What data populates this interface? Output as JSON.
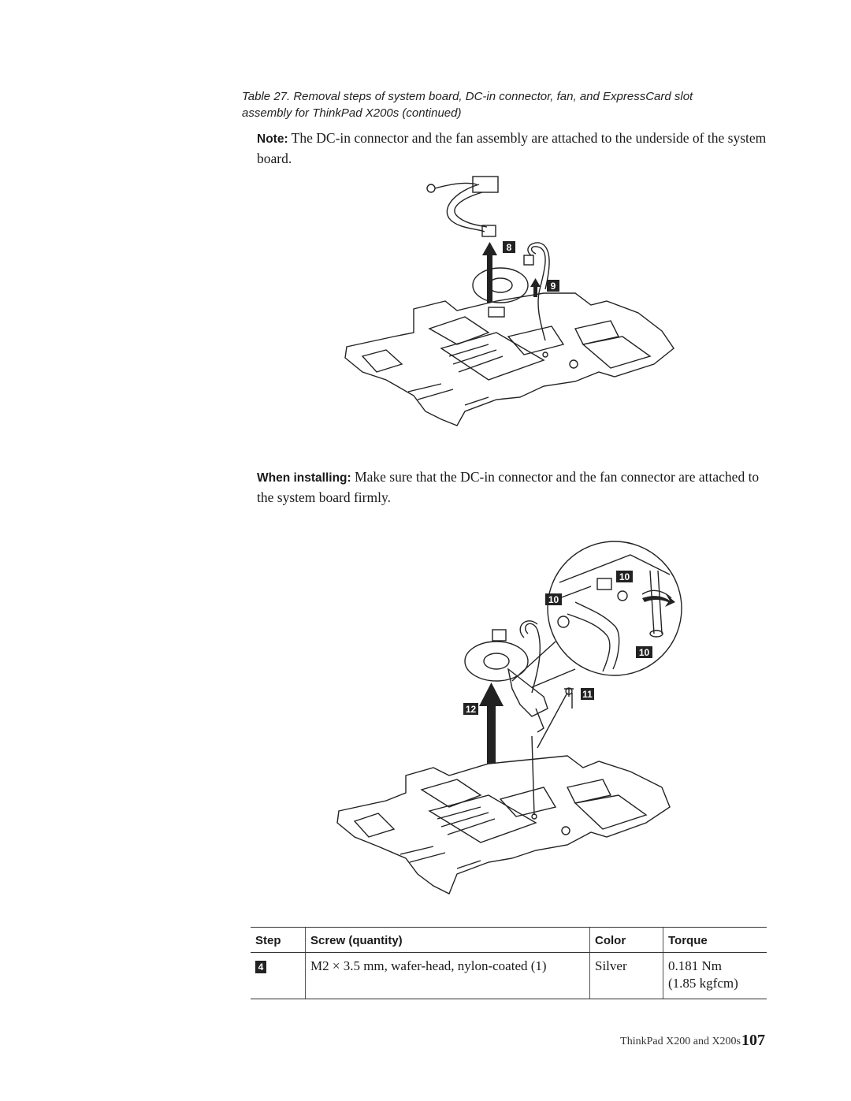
{
  "caption": {
    "line1": "Table 27. Removal steps of system board, DC-in connector, fan, and ExpressCard slot",
    "line2": "assembly for ThinkPad X200s (continued)"
  },
  "note": {
    "label": "Note:",
    "text": "The DC-in connector and the fan assembly are attached to the underside of the system board."
  },
  "when_installing": {
    "label": "When installing:",
    "text": "Make sure that the DC-in connector and the fan connector are attached to the system board firmly."
  },
  "figure1": {
    "callouts": [
      "8",
      "9"
    ]
  },
  "figure2": {
    "callouts": [
      "10",
      "10",
      "10",
      "11",
      "12"
    ]
  },
  "table": {
    "headers": [
      "Step",
      "Screw (quantity)",
      "Color",
      "Torque"
    ],
    "rows": [
      {
        "step": "4",
        "screw": "M2 × 3.5 mm, wafer-head, nylon-coated (1)",
        "color": "Silver",
        "torque_line1": "0.181 Nm",
        "torque_line2": "(1.85 kgfcm)"
      }
    ]
  },
  "footer": {
    "text": "ThinkPad X200 and X200s",
    "page": "107"
  }
}
